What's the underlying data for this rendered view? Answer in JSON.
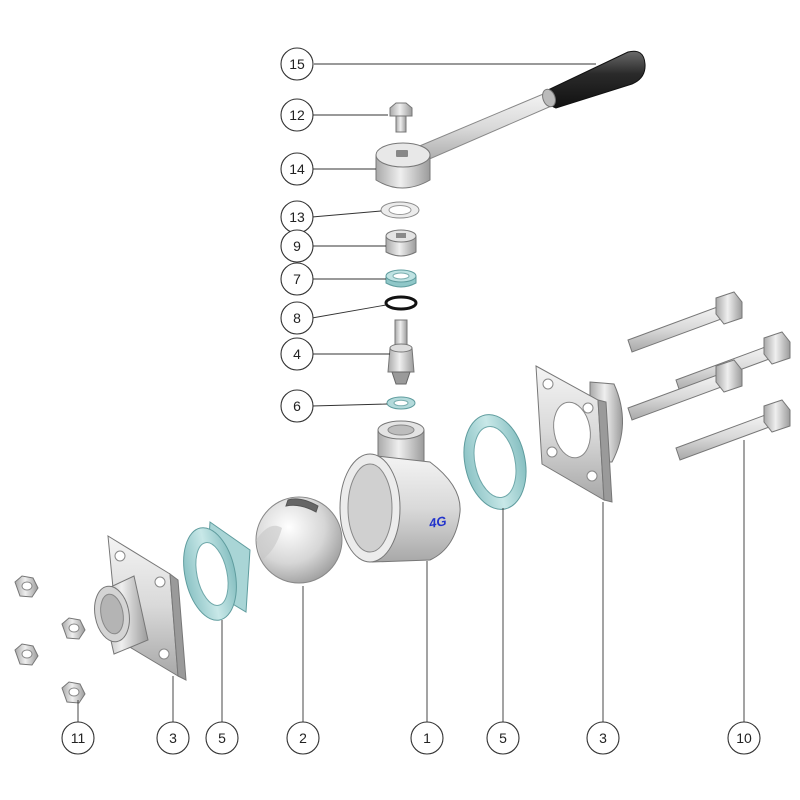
{
  "diagram": {
    "type": "exploded-view",
    "subject": "ball valve",
    "colors": {
      "metal_light": "#e6e6e6",
      "metal_mid": "#c4c4c4",
      "metal_dark": "#9a9a9a",
      "seal": "#a9d5d6",
      "handle_grip": "#2a2a2a",
      "logo": "#2233cc",
      "line": "#333333"
    },
    "logo_text": "4G",
    "callouts": [
      {
        "id": "c15",
        "label": "15",
        "part": "handle-grip"
      },
      {
        "id": "c12",
        "label": "12",
        "part": "hex-bolt"
      },
      {
        "id": "c14",
        "label": "14",
        "part": "lever-handle"
      },
      {
        "id": "c13",
        "label": "13",
        "part": "washer"
      },
      {
        "id": "c9",
        "label": "9",
        "part": "stem-nut"
      },
      {
        "id": "c7",
        "label": "7",
        "part": "stem-seal-ring"
      },
      {
        "id": "c8",
        "label": "8",
        "part": "o-ring"
      },
      {
        "id": "c4",
        "label": "4",
        "part": "stem"
      },
      {
        "id": "c6",
        "label": "6",
        "part": "thrust-washer"
      },
      {
        "id": "c11",
        "label": "11",
        "part": "hex-nuts"
      },
      {
        "id": "c3a",
        "label": "3",
        "part": "flange-left"
      },
      {
        "id": "c5a",
        "label": "5",
        "part": "seat-left"
      },
      {
        "id": "c2",
        "label": "2",
        "part": "ball"
      },
      {
        "id": "c1",
        "label": "1",
        "part": "body"
      },
      {
        "id": "c5b",
        "label": "5",
        "part": "seat-right"
      },
      {
        "id": "c3b",
        "label": "3",
        "part": "flange-right"
      },
      {
        "id": "c10",
        "label": "10",
        "part": "bolts"
      }
    ]
  }
}
